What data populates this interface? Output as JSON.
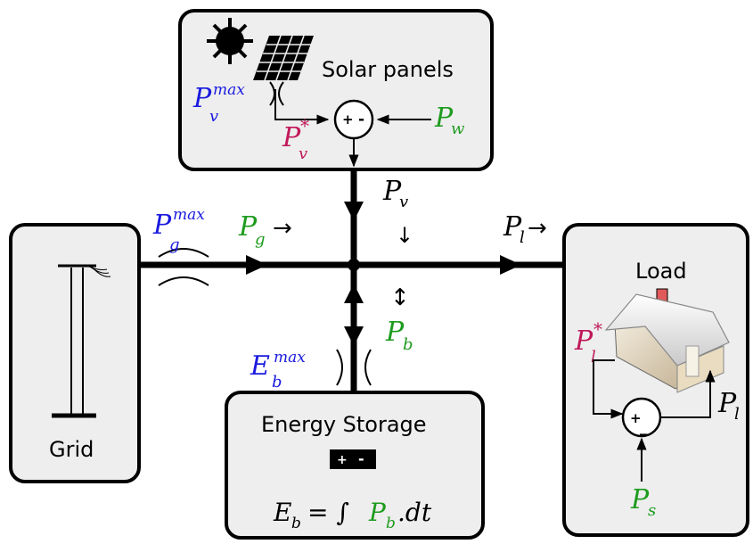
{
  "colors": {
    "blue": "#1a1adf",
    "magenta": "#c0185a",
    "green": "#1e9b1e",
    "black": "#000000",
    "panel": "#eeeeee"
  },
  "solar": {
    "title": "Solar panels",
    "pv_max": {
      "base": "P",
      "sub": "v",
      "sup": "max"
    },
    "pv_star": {
      "base": "P",
      "sub": "v",
      "sup": "*"
    },
    "pw": {
      "base": "P",
      "sub": "w"
    },
    "sum_plus": "+",
    "sum_minus": "-"
  },
  "grid": {
    "title": "Grid",
    "pg_max": {
      "base": "P",
      "sub": "g",
      "sup": "max"
    },
    "pg_flow": {
      "base": "P",
      "sub": "g",
      "arrow": "→"
    }
  },
  "bus": {
    "pv_flow": {
      "base": "P",
      "sub": "v",
      "arrow": "↓"
    },
    "pl_flow": {
      "base": "P",
      "sub": "l",
      "arrow": "→"
    },
    "pb_flow": {
      "base": "P",
      "sub": "b",
      "arrow": "↕"
    }
  },
  "storage": {
    "title": "Energy Storage",
    "eb_max": {
      "base": "E",
      "sub": "b",
      "sup": "max"
    },
    "battery_plus": "+",
    "battery_minus": "-",
    "equation": {
      "lhs": "E",
      "lhs_sub": "b",
      "eq": "= ∫",
      "p": "P",
      "p_sub": "b",
      "tail": ".dt"
    }
  },
  "load": {
    "title": "Load",
    "pl_star": {
      "base": "P",
      "sub": "l",
      "sup": "*"
    },
    "pl": {
      "base": "P",
      "sub": "l"
    },
    "ps": {
      "base": "P",
      "sub": "s"
    },
    "sum_plus": "+",
    "sum_minus": "_"
  }
}
